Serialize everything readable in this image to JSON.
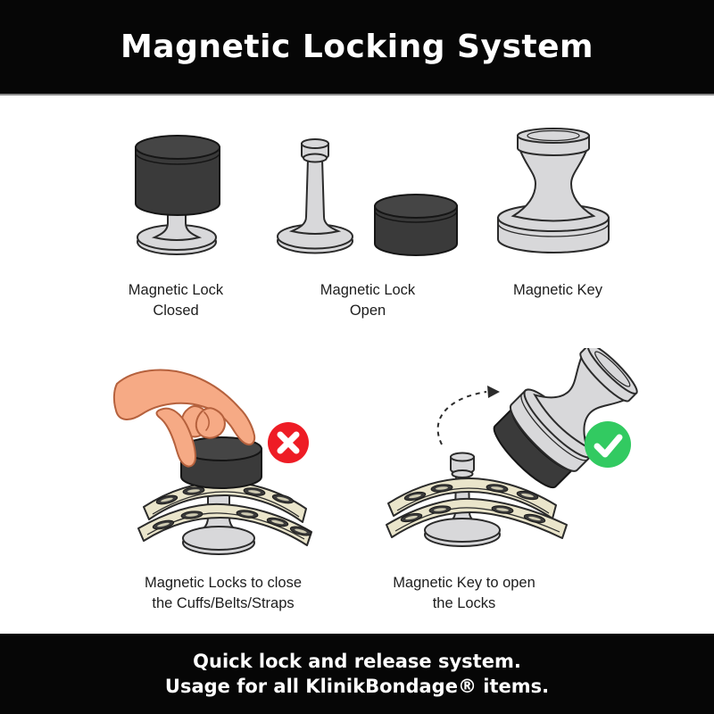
{
  "header": {
    "title": "Magnetic Locking System"
  },
  "figures": {
    "lock_closed": {
      "line1": "Magnetic Lock",
      "line2": "Closed"
    },
    "lock_open": {
      "line1": "Magnetic Lock",
      "line2": "Open"
    },
    "magnetic_key": {
      "line1": "Magnetic Key",
      "line2": ""
    },
    "locks_close": {
      "line1": "Magnetic Locks to close",
      "line2": "the Cuffs/Belts/Straps"
    },
    "key_open": {
      "line1": "Magnetic Key to open",
      "line2": "the Locks"
    }
  },
  "footer": {
    "line1": "Quick lock and release system.",
    "line2": "Usage for all KlinikBondage® items."
  },
  "icons": {
    "error": "x-circle-icon",
    "success": "check-circle-icon",
    "motion": "dashed-arrow-icon",
    "hand": "hand-press-icon"
  },
  "colors": {
    "header_bg": "#060606",
    "page_bg": "#ffffff",
    "text": "#1d1d1d",
    "header_text": "#ffffff",
    "lock_dark": "#3a3a3a",
    "metal": "#d8d8da",
    "outline": "#2b2b2b",
    "strap": "#eae5cb",
    "skin": "#f6aa85",
    "skin_outline": "#b5613d",
    "error_red": "#ee1c25",
    "success_green": "#32ca61"
  }
}
